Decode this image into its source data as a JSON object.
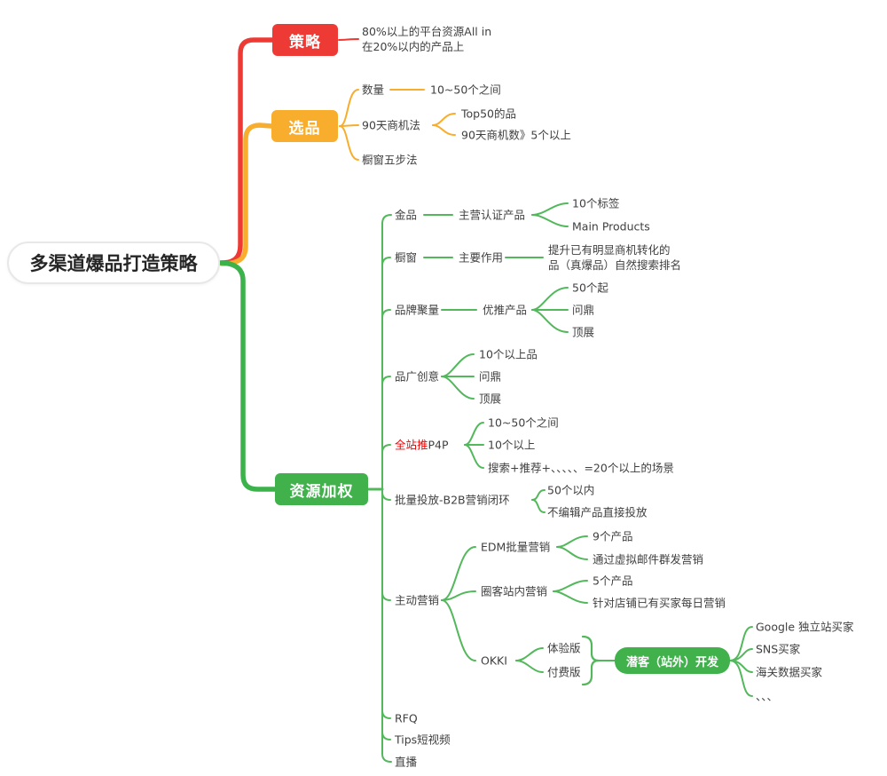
{
  "root": {
    "label": "多渠道爆品打造策略"
  },
  "branches": {
    "strategy": {
      "label": "策略",
      "note": "80%以上的平台资源All in\n在20%以内的产品上"
    },
    "selection": {
      "label": "选品",
      "quantity": {
        "label": "数量",
        "value": "10~50个之间"
      },
      "method90": {
        "label": "90天商机法",
        "items": [
          "Top50的品",
          "90天商机数》5个以上"
        ]
      },
      "window5": {
        "label": "橱窗五步法"
      }
    },
    "weighting": {
      "label": "资源加权",
      "gold": {
        "label": "金品",
        "child": "主营认证产品",
        "items": [
          "10个标签",
          "Main Products"
        ]
      },
      "showcase": {
        "label": "橱窗",
        "child": "主要作用",
        "note": "提升已有明显商机转化的\n品（真爆品）自然搜索排名"
      },
      "brand": {
        "label": "品牌聚量",
        "child": "优推产品",
        "items": [
          "50个起",
          "问鼎",
          "顶展"
        ]
      },
      "creative": {
        "label": "品广创意",
        "items": [
          "10个以上品",
          "问鼎",
          "顶展"
        ]
      },
      "p4p": {
        "label_red": "全站推",
        "label_suffix": "P4P",
        "items": [
          "10~50个之间",
          "10个以上",
          "搜索+推荐+、、、、、=20个以上的场景"
        ]
      },
      "batch": {
        "label": "批量投放-B2B营销闭环",
        "items": [
          "50个以内",
          "不编辑产品直接投放"
        ]
      },
      "active": {
        "label": "主动营销",
        "edm": {
          "label": "EDM批量营销",
          "items": [
            "9个产品",
            "通过虚拟邮件群发营销"
          ]
        },
        "quanke": {
          "label": "圈客站内营销",
          "items": [
            "5个产品",
            "针对店铺已有买家每日营销"
          ]
        },
        "okki": {
          "label": "OKKI",
          "items": [
            "体验版",
            "付费版"
          ]
        },
        "prospect": {
          "label": "潜客（站外）开发",
          "items": [
            "Google 独立站买家",
            "SNS买家",
            "海关数据买家",
            "、、、"
          ]
        }
      },
      "rfq": {
        "label": "RFQ"
      },
      "tips": {
        "label": "Tips短视频"
      },
      "live": {
        "label": "直播"
      }
    }
  },
  "colors": {
    "branch_red": "#ee3a34",
    "branch_yellow": "#f8ae2c",
    "branch_green": "#3cb24a",
    "line_green": "#53b85c",
    "text": "#404040",
    "highlight_red": "#f20000"
  }
}
